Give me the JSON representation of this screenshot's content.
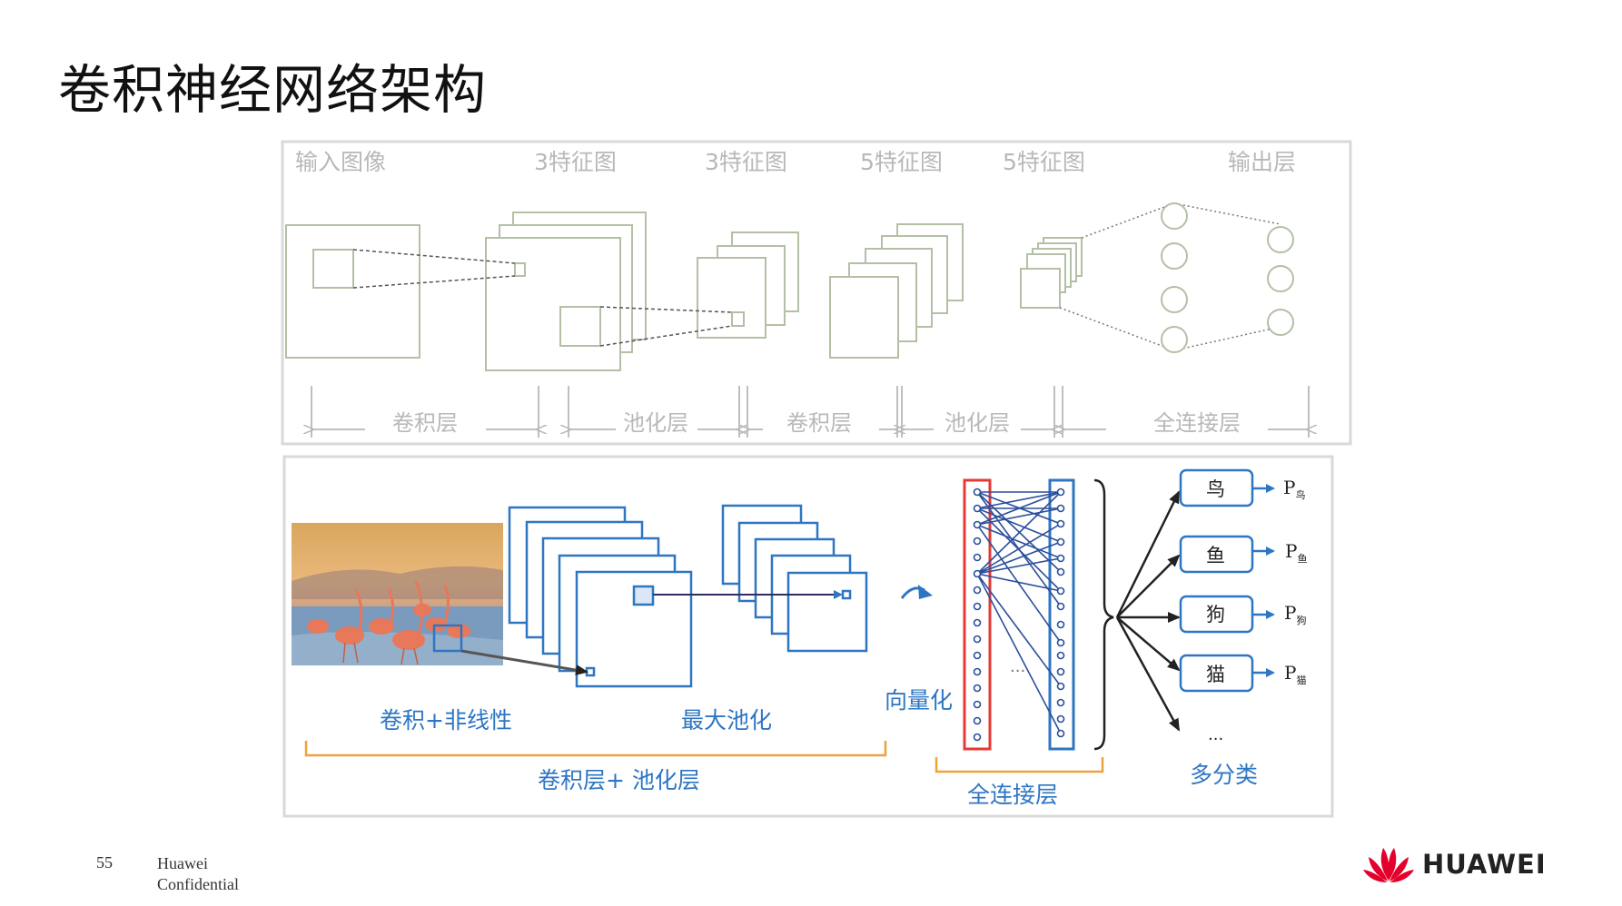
{
  "slide": {
    "title": "卷积神经网络架构",
    "page_number": "55",
    "org_line1": "Huawei",
    "org_line2": "Confidential",
    "brand": "HUAWEI"
  },
  "top_diagram": {
    "header_labels": [
      "输入图像",
      "3特征图",
      "3特征图",
      "5特征图",
      "5特征图",
      "输出层"
    ],
    "layer_labels": [
      "卷积层",
      "池化层",
      "卷积层",
      "池化层",
      "全连接层"
    ]
  },
  "bottom_diagram": {
    "conv_label": "卷积+非线性",
    "pool_label": "最大池化",
    "group_label": "卷积层+ 池化层",
    "vectorize_label": "向量化",
    "fc_label": "全连接层",
    "ellipsis": "...",
    "classes": [
      "鸟",
      "鱼",
      "狗",
      "猫"
    ],
    "prob_prefix": "P",
    "class_ellipsis": "...",
    "multi_label": "多分类"
  },
  "colors": {
    "gray": "#b8b8b8",
    "frame": "#d9d9d9",
    "blue": "#2e76c3",
    "orange": "#f0a23a",
    "red": "#e53935",
    "brand_red": "#e4002b"
  }
}
